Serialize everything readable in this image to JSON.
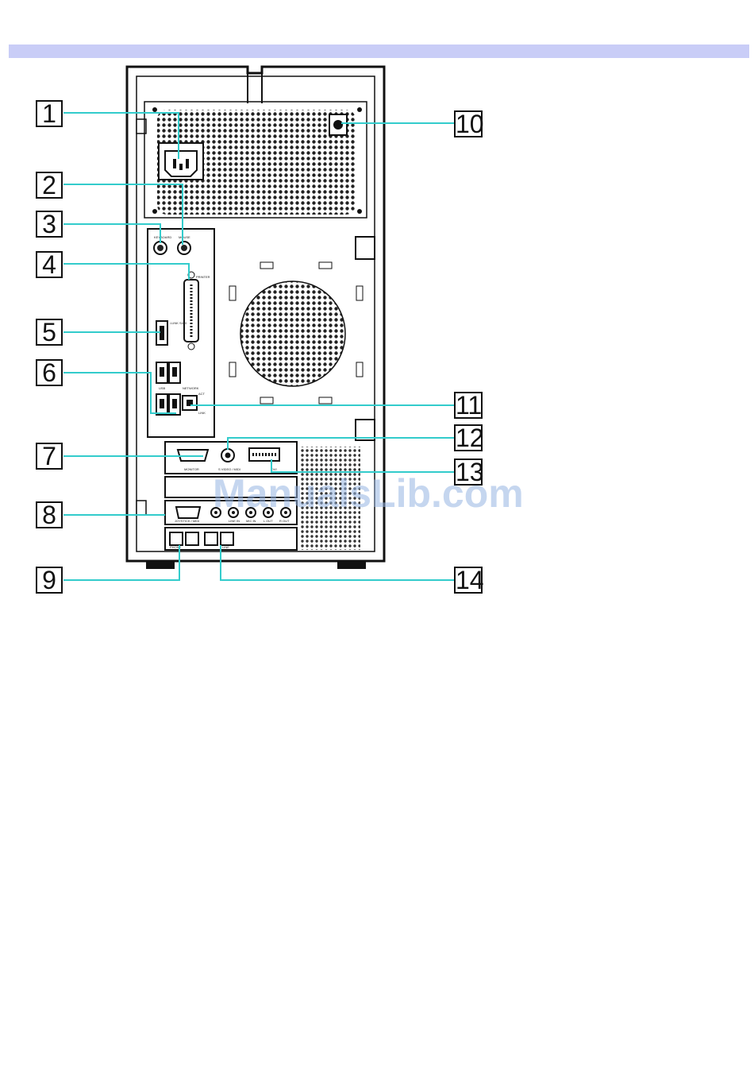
{
  "header_bar": {
    "color": "#c9cdf7"
  },
  "callout_line_color": "#33cccc",
  "callouts": [
    {
      "id": "1",
      "label": "1"
    },
    {
      "id": "2",
      "label": "2"
    },
    {
      "id": "3",
      "label": "3"
    },
    {
      "id": "4",
      "label": "4"
    },
    {
      "id": "5",
      "label": "5"
    },
    {
      "id": "6",
      "label": "6"
    },
    {
      "id": "7",
      "label": "7"
    },
    {
      "id": "8",
      "label": "8"
    },
    {
      "id": "9",
      "label": "9"
    },
    {
      "id": "10",
      "label": "10"
    },
    {
      "id": "11",
      "label": "11"
    },
    {
      "id": "12",
      "label": "12"
    },
    {
      "id": "13",
      "label": "13"
    },
    {
      "id": "14",
      "label": "14"
    }
  ],
  "port_labels": {
    "keyboard": "KEYBOARD",
    "mouse": "MOUSE",
    "printer": "PRINTER",
    "ilink": "i.LINK S400",
    "usb": "USB",
    "network": "NETWORK",
    "act": "ACT",
    "link": "LINK",
    "monitor": "MONITOR",
    "svideo": "S VIDEO / MIDI",
    "dvi": "DVI",
    "joystick": "JOYSTICK / MIDI",
    "line_in": "LINE IN",
    "mic": "MIC IN",
    "line_out": "L OUT",
    "rear_out": "R OUT",
    "phone": "PHONE",
    "line": "LINE"
  },
  "watermark": "ManualsLib.com"
}
